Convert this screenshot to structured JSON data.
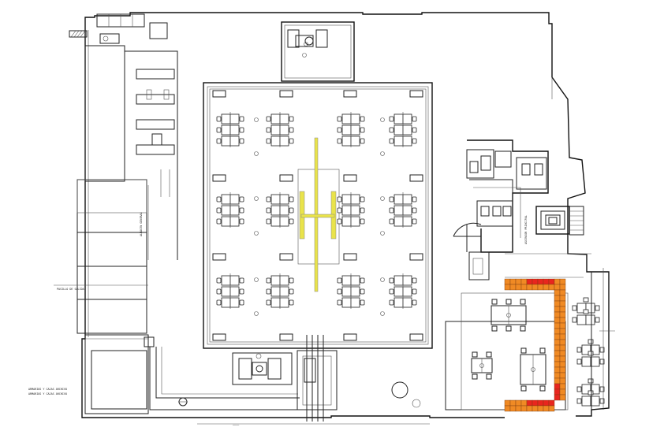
{
  "plan": {
    "annotations": {
      "legend_line_1": "ARMARIOS Y CAJAS ARCHIVO",
      "legend_line_2": "ARMARIOS Y CAJAS ARCHIVO",
      "corridor_label": "PASILLO DE SALIDA",
      "vertical_label": "ALMACEN GENERAL",
      "stair_label": "ASCENSOR PRINCIPAL",
      "dimension_label": "────"
    },
    "colors": {
      "wall": "#222222",
      "hatch_orange": "#f08a24",
      "hatch_red": "#e8261e",
      "structure_yellow": "#e9e34a"
    }
  }
}
